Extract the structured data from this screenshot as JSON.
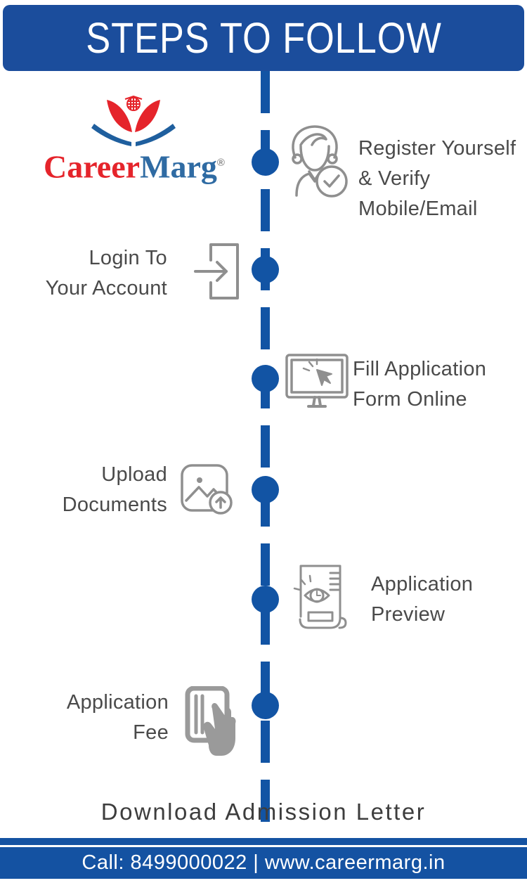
{
  "header": {
    "title": "STEPS TO FOLLOW"
  },
  "logo": {
    "text_primary": "Career",
    "text_secondary": "Marg",
    "registered_mark": "®",
    "icon": "careermarg-logo-icon"
  },
  "timeline": {
    "dot_count": 6,
    "style": "vertical-dashed-line-with-dots"
  },
  "steps": [
    {
      "side": "right",
      "icon": "register-verify-icon",
      "lines": [
        "Register Yourself",
        "& Verify",
        "Mobile/Email"
      ]
    },
    {
      "side": "left",
      "icon": "login-icon",
      "lines": [
        "Login To",
        "Your Account"
      ]
    },
    {
      "side": "right",
      "icon": "online-form-icon",
      "lines": [
        "Fill Application",
        "Form Online"
      ]
    },
    {
      "side": "left",
      "icon": "upload-documents-icon",
      "lines": [
        "Upload",
        "Documents"
      ]
    },
    {
      "side": "right",
      "icon": "application-preview-icon",
      "lines": [
        "Application",
        "Preview"
      ]
    },
    {
      "side": "left",
      "icon": "application-fee-icon",
      "lines": [
        "Application",
        "Fee"
      ]
    }
  ],
  "final_step": {
    "label": "Download Admission Letter"
  },
  "footer": {
    "text": "Call: 8499000022 | www.careermarg.in"
  },
  "colors": {
    "header_blue": "#1b4d9c",
    "timeline_blue": "#1254a4",
    "footer_blue": "#1452a2",
    "step_text_gray": "#4a4a4a",
    "icon_gray": "#8f8f8f",
    "logo_red": "#e5242b",
    "logo_blue": "#2f6ba3"
  }
}
